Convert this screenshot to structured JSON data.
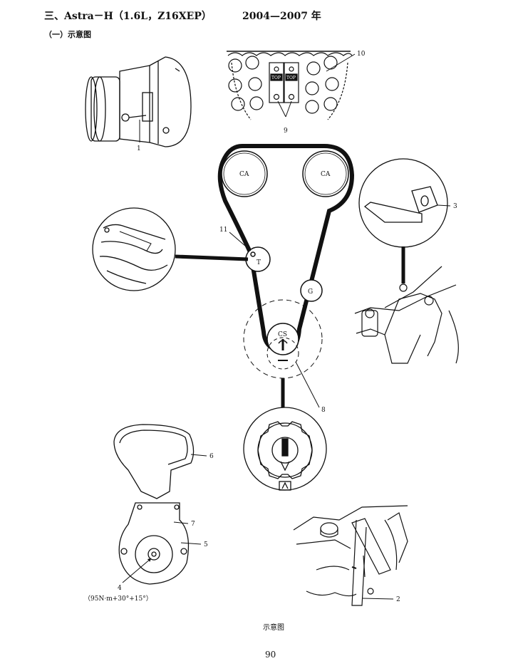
{
  "header": {
    "title": "三、Astra－H（1.6L，Z16XEP）",
    "years": "2004—2007 年",
    "section": "（一）示意图"
  },
  "diagram": {
    "pulleys": {
      "cam_left": "CA",
      "cam_right": "CA",
      "tensioner": "T",
      "idler": "G",
      "crank": "CS"
    },
    "top_marks": [
      "TOP",
      "TOP"
    ],
    "callouts": [
      "1",
      "2",
      "3",
      "4",
      "5",
      "6",
      "7",
      "8",
      "9",
      "10",
      "11"
    ],
    "torque_spec": "（95N·m+30°+15°）"
  },
  "footer": {
    "caption": "示意图",
    "page_number": "90"
  }
}
